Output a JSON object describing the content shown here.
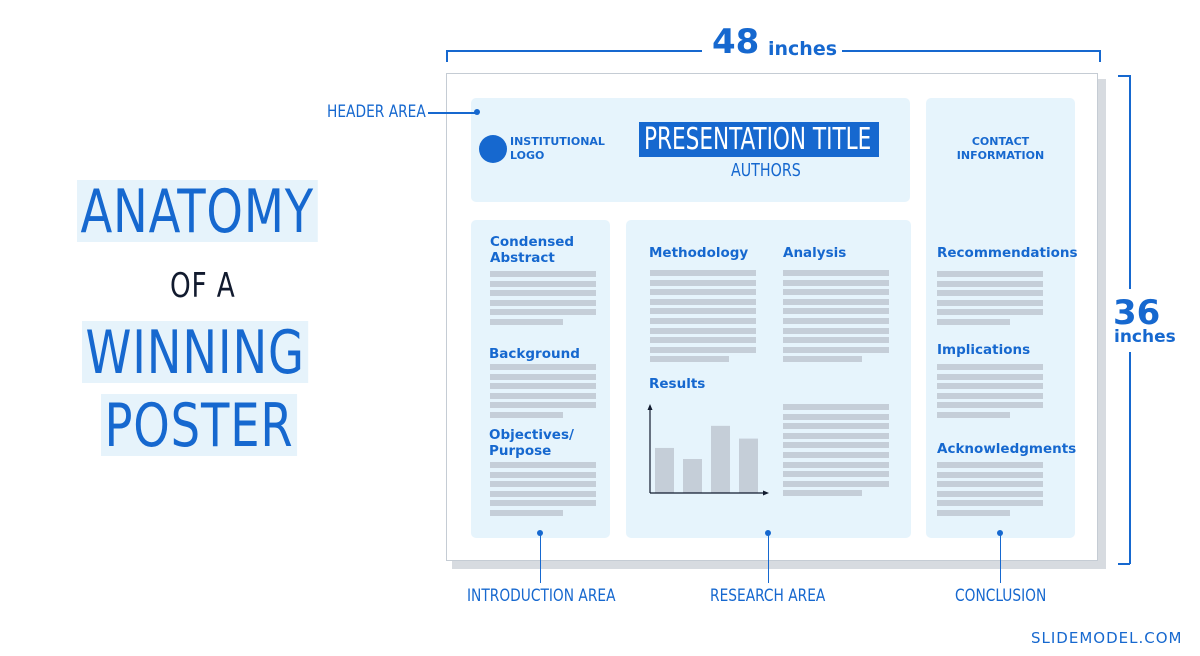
{
  "title": {
    "line1": "ANATOMY",
    "line2": "OF A",
    "line3": "WINNING",
    "line4": "POSTER"
  },
  "dimensions": {
    "width_value": "48",
    "width_unit": "inches",
    "height_value": "36",
    "height_unit": "inches"
  },
  "poster": {
    "logo_text": "INSTITUTIONAL\nLOGO",
    "presentation_title": "PRESENTATION TITLE",
    "authors": "AUTHORS",
    "contact": "CONTACT\nINFORMATION",
    "intro": {
      "condensed_abstract": "Condensed\nAbstract",
      "background": "Background",
      "objectives": "Objectives/\nPurpose"
    },
    "research": {
      "methodology": "Methodology",
      "analysis": "Analysis",
      "results": "Results"
    },
    "conclusion": {
      "recommendations": "Recommendations",
      "implications": "Implications",
      "acknowledgments": "Acknowledgments"
    }
  },
  "callouts": {
    "header": "HEADER AREA",
    "introduction": "INTRODUCTION AREA",
    "research": "RESEARCH AREA",
    "conclusion": "CONCLUSION"
  },
  "brand": "SLIDEMODEL.COM",
  "colors": {
    "accent": "#1668cf",
    "panel": "#e6f4fc",
    "text_lines": "#c5ced8",
    "chart_bars": "#c5ced8"
  },
  "chart_data": {
    "type": "bar",
    "categories": [
      "",
      "",
      "",
      ""
    ],
    "values": [
      53,
      40,
      79,
      64
    ],
    "ylim": [
      0,
      100
    ],
    "title": "",
    "xlabel": "",
    "ylabel": ""
  }
}
